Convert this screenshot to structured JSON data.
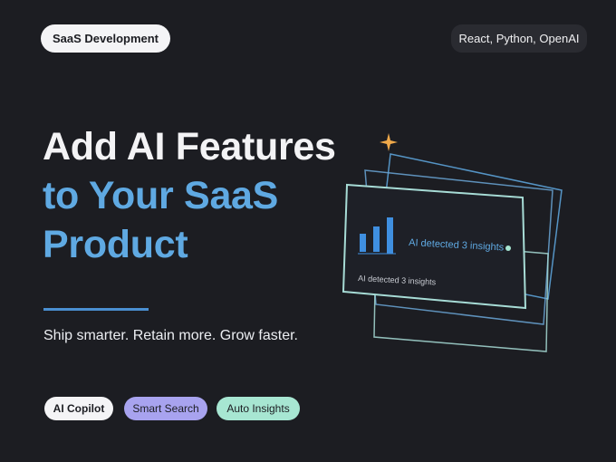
{
  "tags": {
    "category": "SaaS Development",
    "stack": "React, Python, OpenAI"
  },
  "headline": {
    "line1": "Add AI Features",
    "line2": "to Your SaaS",
    "line3": "Product"
  },
  "tagline": "Ship smarter. Retain more. Grow faster.",
  "chips": [
    "AI Copilot",
    "Smart Search",
    "Auto Insights"
  ],
  "card": {
    "insight_label": "AI detected 3 insights",
    "caption": "AI detected 3 insights",
    "icon": "bar-chart-icon"
  },
  "decor": {
    "sparkle_icon": "sparkle-icon",
    "accent_color": "#5fa9e2",
    "sparkle_color": "#f0a94a"
  }
}
